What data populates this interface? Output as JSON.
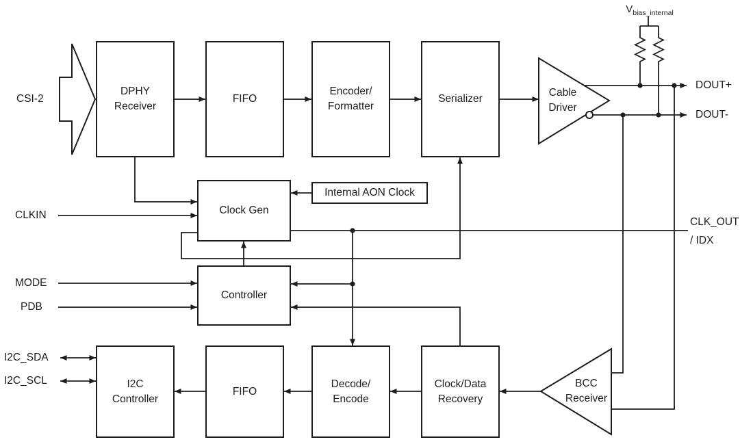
{
  "diagram": {
    "blocks": {
      "dphy_receiver": {
        "line1": "DPHY",
        "line2": "Receiver"
      },
      "fifo_top": {
        "line1": "FIFO"
      },
      "encoder_formatter": {
        "line1": "Encoder/",
        "line2": "Formatter"
      },
      "serializer": {
        "line1": "Serializer"
      },
      "cable_driver": {
        "line1": "Cable",
        "line2": "Driver"
      },
      "clock_gen": {
        "line1": "Clock Gen"
      },
      "internal_aon_clock": {
        "line1": "Internal AON Clock"
      },
      "controller": {
        "line1": "Controller"
      },
      "i2c_controller": {
        "line1": "I2C",
        "line2": "Controller"
      },
      "fifo_bottom": {
        "line1": "FIFO"
      },
      "decode_encode": {
        "line1": "Decode/",
        "line2": "Encode"
      },
      "clock_data_recovery": {
        "line1": "Clock/Data",
        "line2": "Recovery"
      },
      "bcc_receiver": {
        "line1": "BCC",
        "line2": "Receiver"
      }
    },
    "pins": {
      "csi2": "CSI-2",
      "clkin": "CLKIN",
      "mode": "MODE",
      "pdb": "PDB",
      "i2c_sda": "I2C_SDA",
      "i2c_scl": "I2C_SCL",
      "dout_plus": "DOUT+",
      "dout_minus": "DOUT-",
      "clk_out_line1": "CLK_OUT",
      "clk_out_line2": "/ IDX",
      "vbias_base": "V",
      "vbias_sub": "bias_internal"
    },
    "colors": {
      "ink": "#1d1d20",
      "background": "#ffffff"
    }
  }
}
